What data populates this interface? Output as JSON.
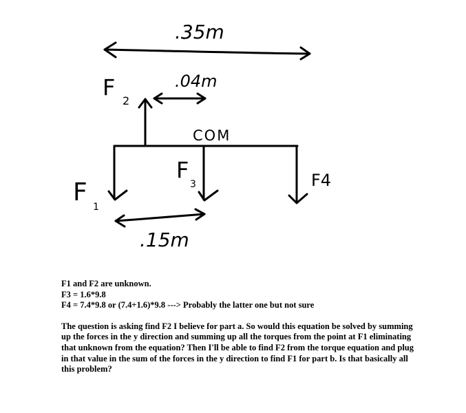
{
  "diagram": {
    "top_distance": ".35m",
    "f2_label": "F",
    "f2_sub": "2",
    "small_distance": ".04m",
    "com_label": "COM",
    "f1_label": "F",
    "f1_sub": "1",
    "f3_label": "F",
    "f3_sub": "3",
    "f4_label": "F4",
    "bottom_distance": ".15m"
  },
  "text": {
    "line1": "F1 and F2 are unknown.",
    "line2": "F3 = 1.6*9.8",
    "line3": "F4 = 7.4*9.8 or (7.4+1.6)*9.8 ---> Probably the latter one but not sure",
    "paragraph": "The question is asking find F2 I believe for part a. So would this equation be solved by summing up the forces in the y direction and summing up all the torques from the point at F1 eliminating that unknown from the equation? Then I'll be able to find F2 from the torque equation and plug in that value in the sum of the forces in the y direction to find F1 for part b. Is that basically all this problem?"
  }
}
